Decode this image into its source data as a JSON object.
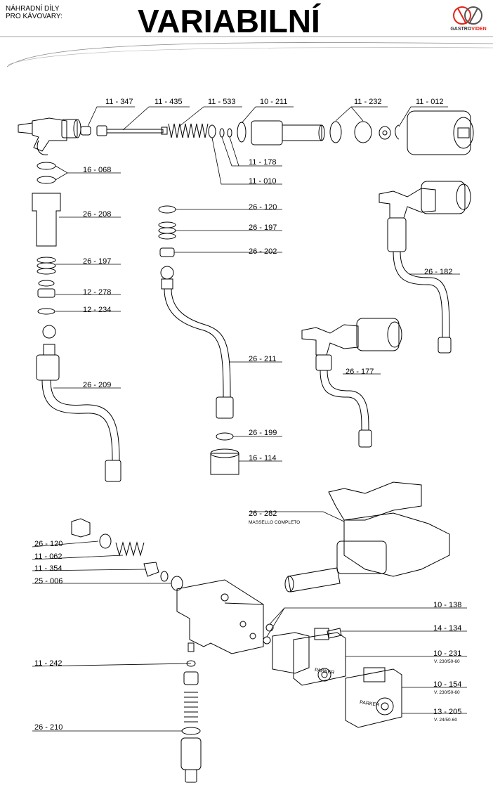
{
  "header": {
    "subtitle_line1": "NÁHRADNÍ DÍLY",
    "subtitle_line2": "PRO KÁVOVARY:",
    "title": "VARIABILNÍ",
    "logo_text_a": "GASTRO",
    "logo_text_b": "VIDEN"
  },
  "parts": {
    "p11_347": "11 - 347",
    "p11_435": "11 - 435",
    "p11_533": "11 - 533",
    "p10_211": "10 - 211",
    "p11_232": "11 - 232",
    "p11_012": "11 - 012",
    "p11_178": "11 - 178",
    "p11_010": "11 - 010",
    "p16_068": "16 - 068",
    "p26_208": "26 - 208",
    "p26_120a": "26 - 120",
    "p26_197a": "26 - 197",
    "p26_202": "26 - 202",
    "p26_197b": "26 - 197",
    "p12_278": "12 - 278",
    "p12_234": "12 - 234",
    "p26_182": "26 - 182",
    "p26_211": "26 - 211",
    "p26_177": "26 - 177",
    "p26_209": "26 - 209",
    "p26_199": "26 - 199",
    "p16_114": "16 - 114",
    "p26_282": "26 - 282",
    "p26_282_sub": "MASSELLO COMPLETO",
    "p26_120b": "26 - 120",
    "p11_062": "11 - 062",
    "p11_354": "11 - 354",
    "p25_006": "25 - 006",
    "p10_138": "10 - 138",
    "p14_134": "14 - 134",
    "p10_231": "10 - 231",
    "p10_231_sub": "V. 230/50-60",
    "p10_154": "10 - 154",
    "p10_154_sub": "V. 230/50-60",
    "p13_205": "13 - 205",
    "p13_205_sub": "V. 24/50-60",
    "p11_242": "11 - 242",
    "p26_210": "26 - 210",
    "coil_brand_a": "PARKER",
    "coil_brand_b": "PARKER"
  }
}
